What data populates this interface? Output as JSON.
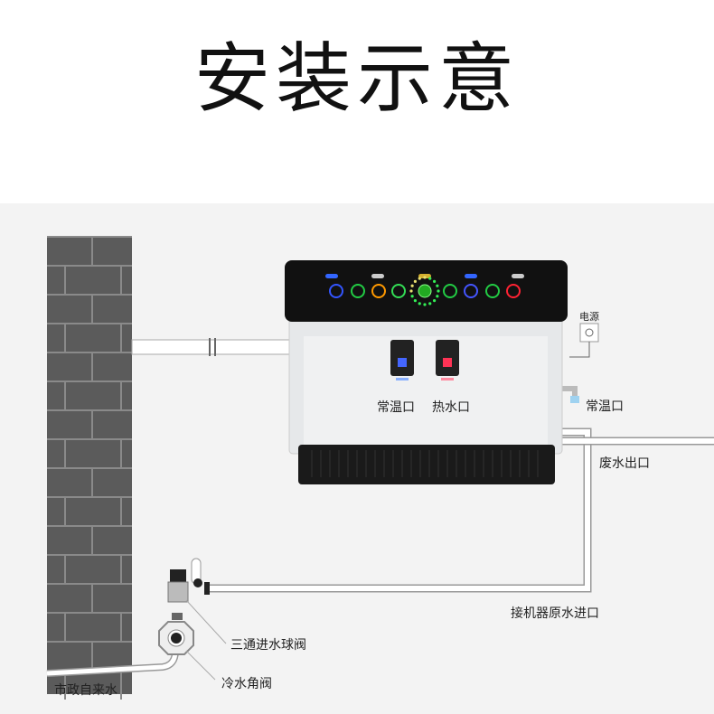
{
  "title": "安装示意",
  "labels": {
    "normal_outlet_front": "常温口",
    "hot_outlet": "热水口",
    "power": "电源",
    "normal_outlet_side": "常温口",
    "waste_outlet": "废水出口",
    "raw_water_inlet": "接机器原水进口",
    "three_way_ball_valve": "三通进水球阀",
    "cold_angle_valve": "冷水角阀",
    "municipal_water": "市政自来水"
  },
  "colors": {
    "panel": "#111111",
    "body": "#e6e8ea",
    "wall": "#5a5a5a",
    "tray": "#1a1a1a"
  }
}
